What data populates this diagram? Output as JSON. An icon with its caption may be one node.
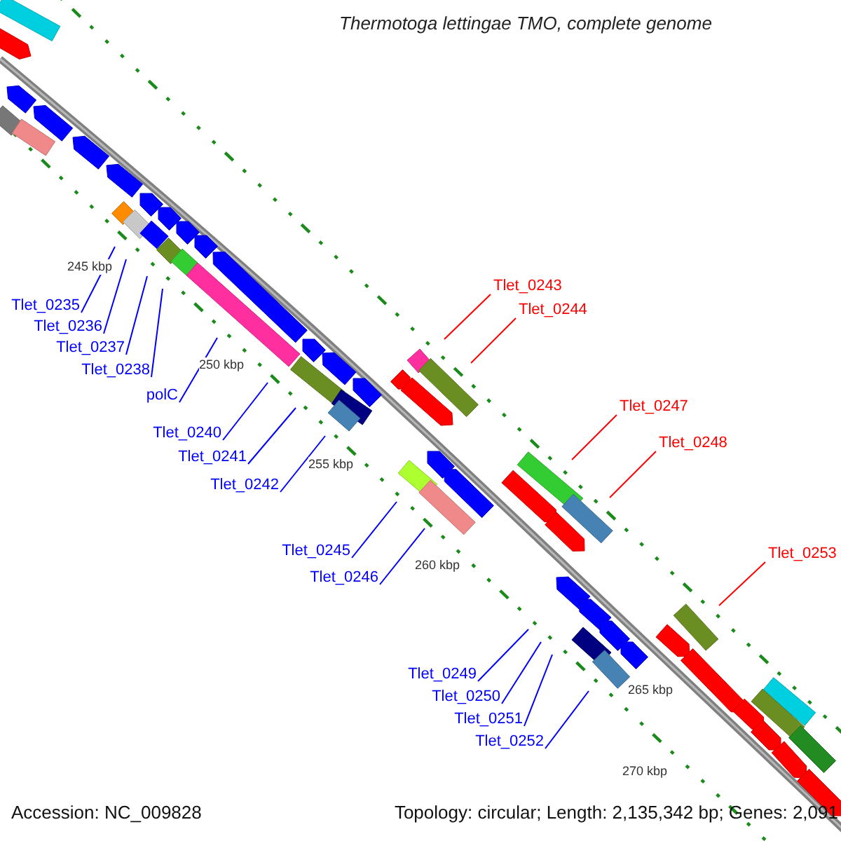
{
  "diagram": {
    "title": "Thermotoga lettingae TMO, complete genome",
    "nodes": [
      {
        "text": [
          "Tlet_0243"
        ]
      },
      {
        "text": [
          "Tlet_0235"
        ]
      },
      {
        "text": [
          "Tlet_0244"
        ]
      },
      {
        "text": [
          "Tlet_0236"
        ]
      },
      {
        "text": [
          "Tlet_0237"
        ]
      },
      {
        "text": [
          "Tlet_0238"
        ]
      },
      {
        "text": [
          "polC"
        ]
      },
      {
        "text": [
          "Tlet_0247"
        ]
      },
      {
        "text": [
          "Tlet_0240"
        ]
      },
      {
        "text": [
          "Tlet_0248"
        ]
      },
      {
        "text": [
          "Tlet_0241"
        ]
      },
      {
        "text": [
          "Tlet_0242"
        ]
      },
      {
        "text": [
          "Tlet_0245"
        ]
      },
      {
        "text": [
          "Tlet_0253"
        ]
      },
      {
        "text": [
          "Tlet_0246"
        ]
      },
      {
        "text": [
          "Tlet_0249"
        ]
      },
      {
        "text": [
          "Tlet_0250"
        ]
      },
      {
        "text": [
          "Tlet_0251"
        ]
      },
      {
        "text": [
          "Tlet_0252"
        ]
      }
    ],
    "edges": [
      {
        "from": 0,
        "to": null,
        "arrow": "none",
        "color": "#ff0000"
      },
      {
        "from": 1,
        "to": null,
        "arrow": "none"
      },
      {
        "from": 2,
        "to": null,
        "arrow": "none",
        "color": "#ff0000"
      },
      {
        "from": 3,
        "to": null,
        "arrow": "none"
      },
      {
        "from": 4,
        "to": null,
        "arrow": "none"
      },
      {
        "from": 5,
        "to": null,
        "arrow": "none"
      },
      {
        "from": 6,
        "to": null,
        "arrow": "none"
      },
      {
        "from": 7,
        "to": null,
        "arrow": "none",
        "color": "#ff0000"
      },
      {
        "from": 8,
        "to": null,
        "arrow": "none"
      },
      {
        "from": 9,
        "to": null,
        "arrow": "none",
        "color": "#ff0000"
      },
      {
        "from": 10,
        "to": null,
        "arrow": "none"
      },
      {
        "from": 11,
        "to": null,
        "arrow": "none"
      },
      {
        "from": 12,
        "to": null,
        "arrow": "none"
      },
      {
        "from": 13,
        "to": null,
        "arrow": "none",
        "color": "#ff0000"
      },
      {
        "from": 14,
        "to": null,
        "arrow": "none"
      },
      {
        "from": 15,
        "to": null,
        "arrow": "none"
      },
      {
        "from": 16,
        "to": null,
        "arrow": "none"
      },
      {
        "from": 17,
        "to": null,
        "arrow": "none"
      },
      {
        "from": 18,
        "to": null,
        "arrow": "none"
      }
    ],
    "labels": [
      "245 kbp",
      "250 kbp",
      "255 kbp",
      "260 kbp",
      "265 kbp",
      "270 kbp",
      "Accession: NC_009828",
      "Topology: circular; Length: 2,135,342 bp; Genes: 2,091"
    ]
  }
}
